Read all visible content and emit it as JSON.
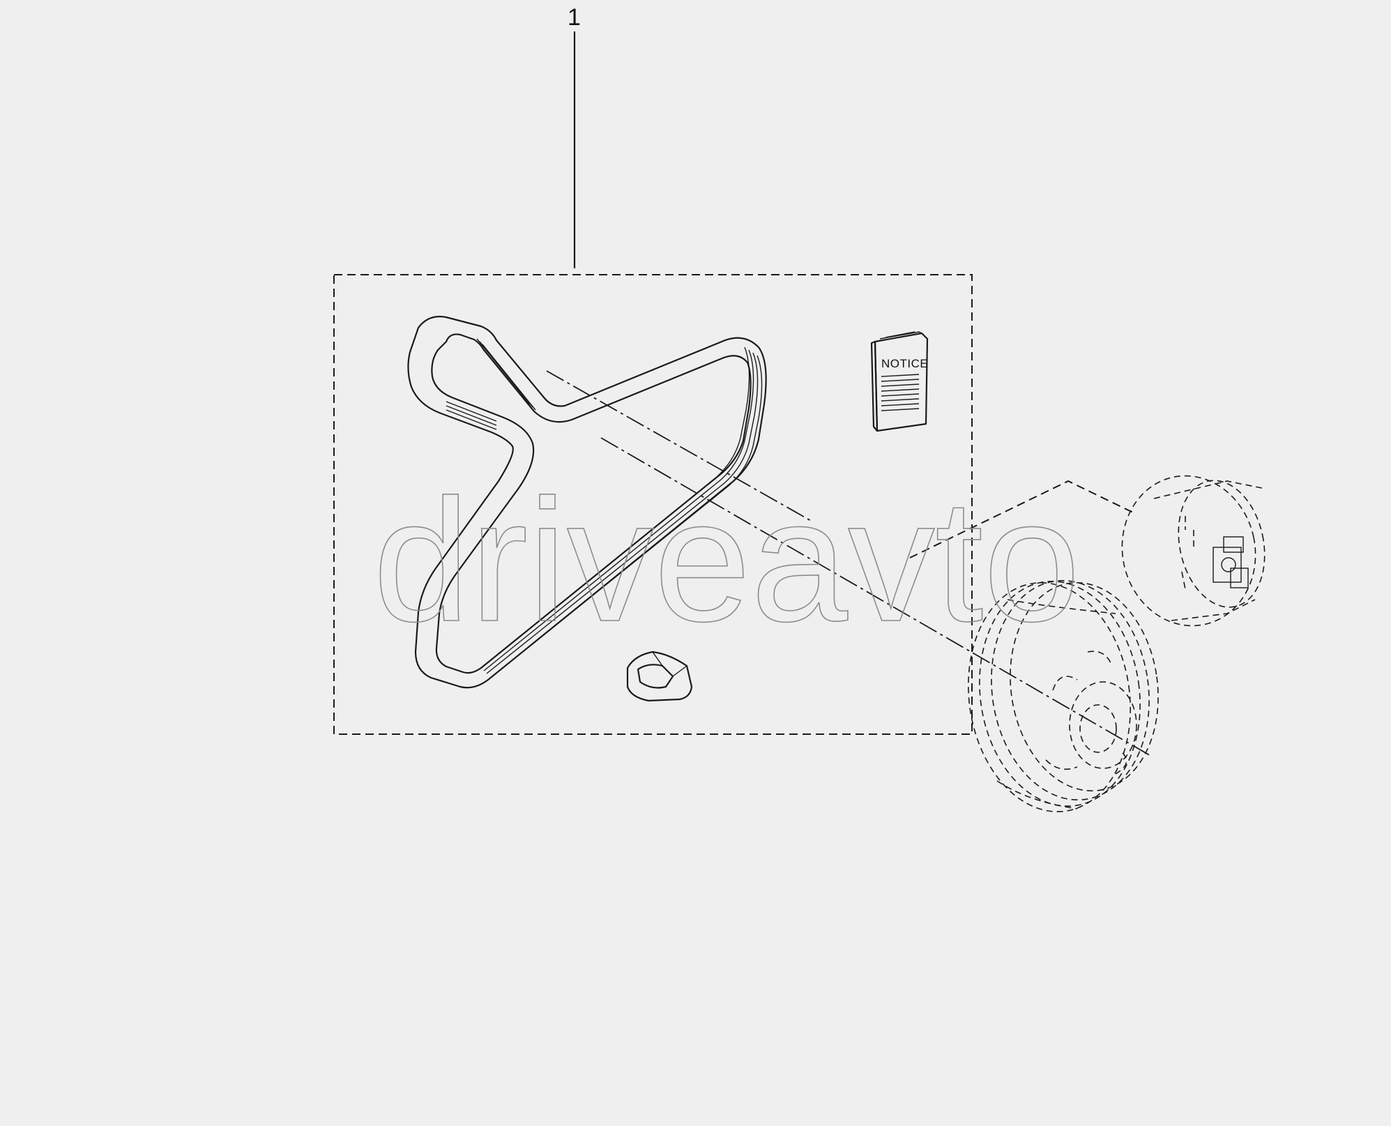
{
  "callouts": [
    {
      "label": "1"
    }
  ],
  "kit": {
    "contents": [
      "drive-belt",
      "notice-booklet",
      "small-clip"
    ],
    "notice_label": "NOTICE"
  },
  "watermark": {
    "text": "driveavto"
  },
  "colors": {
    "background": "#efefef",
    "ink": "#1a1a1a",
    "watermark_stroke": "#8c8c8c"
  }
}
